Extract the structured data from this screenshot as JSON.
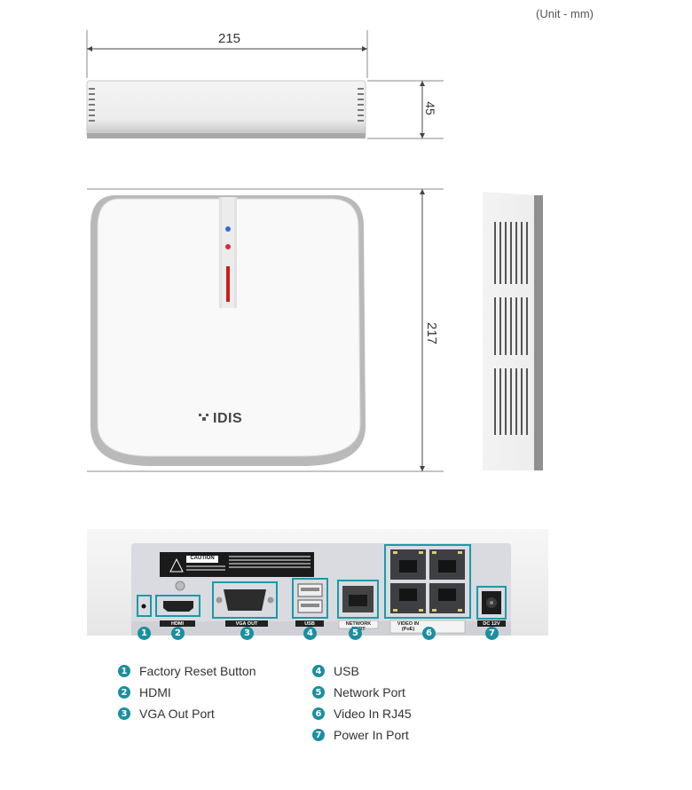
{
  "unit_note": "(Unit - mm)",
  "dimensions": {
    "width": "215",
    "height": "45",
    "depth": "217"
  },
  "brand_logo": "IDIS",
  "rear_panel": {
    "caution_label": "CAUTION",
    "port_labels": [
      "HDMI",
      "VGA OUT",
      "USB",
      "NETWORK PORT",
      "VIDEO IN (PoE)",
      "DC 12V"
    ]
  },
  "legend": {
    "left": [
      {
        "num": "1",
        "label": "Factory Reset Button"
      },
      {
        "num": "2",
        "label": "HDMI"
      },
      {
        "num": "3",
        "label": "VGA Out Port"
      }
    ],
    "right": [
      {
        "num": "4",
        "label": "USB"
      },
      {
        "num": "5",
        "label": "Network Port"
      },
      {
        "num": "6",
        "label": "Video In RJ45"
      },
      {
        "num": "7",
        "label": "Power In Port"
      }
    ]
  },
  "colors": {
    "accent": "#1a8fa0",
    "highlight_box": "#1a9aa8"
  }
}
